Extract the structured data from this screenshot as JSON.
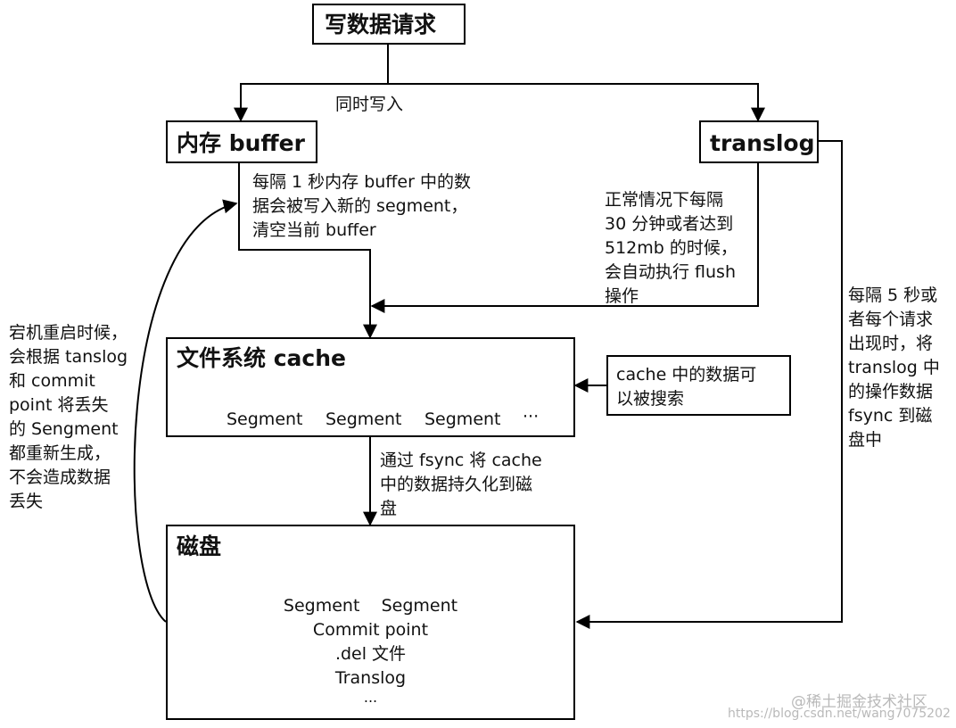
{
  "nodes": {
    "write_request": "写数据请求",
    "memory_buffer": "内存 buffer",
    "translog": "translog",
    "fs_cache_title": "文件系统 cache",
    "cache_segments": [
      "Segment",
      "Segment",
      "Segment",
      "···"
    ],
    "cache_searchable": [
      "cache 中的数据可",
      "以被搜索"
    ],
    "disk_title": "磁盘",
    "disk_items": [
      "Segment    Segment",
      "Commit point",
      ".del 文件",
      "Translog",
      "..."
    ]
  },
  "edges": {
    "simultaneous_write": "同时写入",
    "buffer_refresh": [
      "每隔 1 秒内存 buffer 中的数",
      "据会被写入新的 segment，",
      "清空当前 buffer"
    ],
    "translog_flush": [
      "正常情况下每隔",
      "30 分钟或者达到",
      "512mb 的时候，",
      "会自动执行 flush",
      "操作"
    ],
    "fsync_persist": [
      "通过 fsync 将 cache",
      "中的数据持久化到磁",
      "盘"
    ],
    "translog_fsync": [
      "每隔 5 秒或",
      "者每个请求",
      "出现时，将",
      "translog 中",
      "的操作数据",
      "fsync 到磁",
      "盘中"
    ],
    "crash_recovery": [
      "宕机重启时候，",
      "会根据 tanslog",
      "和 commit",
      "point 将丢失",
      "的 Sengment",
      "都重新生成，",
      "不会造成数据",
      "丢失"
    ]
  },
  "watermark": {
    "brand": "@稀土掘金技术社区",
    "url": "https://blog.csdn.net/wang7075202"
  }
}
